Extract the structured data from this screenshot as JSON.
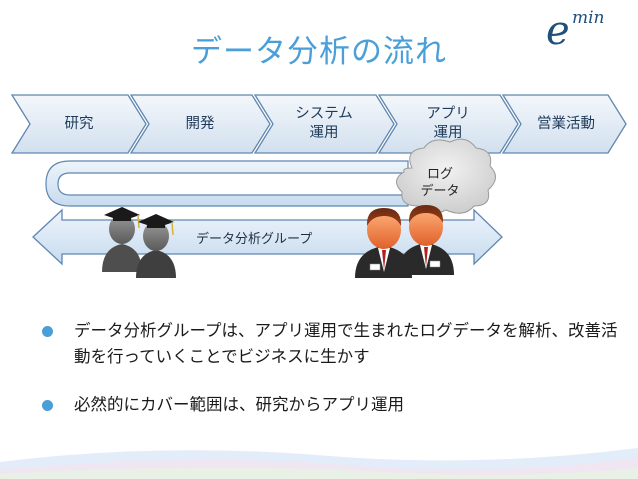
{
  "logo": {
    "letter": "e",
    "sup": "min"
  },
  "title": "データ分析の流れ",
  "stages": [
    {
      "label": "研究"
    },
    {
      "label": "開発"
    },
    {
      "label": "システム\n運用"
    },
    {
      "label": "アプリ\n運用"
    },
    {
      "label": "営業活動"
    }
  ],
  "cloud": {
    "label": "ログ\nデータ"
  },
  "group": {
    "label": "データ分析グループ"
  },
  "bullets": [
    {
      "text": "データ分析グループは、アプリ運用で生まれたログデータを解析、改善活動を行っていくことでビジネスに生かす"
    },
    {
      "text": "必然的にカバー範囲は、研究からアプリ運用"
    }
  ],
  "colors": {
    "accent": "#4a9fd8",
    "chevron_fill": "#dde8f3",
    "chevron_stroke": "#5f86b0",
    "cloud_fill": "#dcdcdc"
  }
}
